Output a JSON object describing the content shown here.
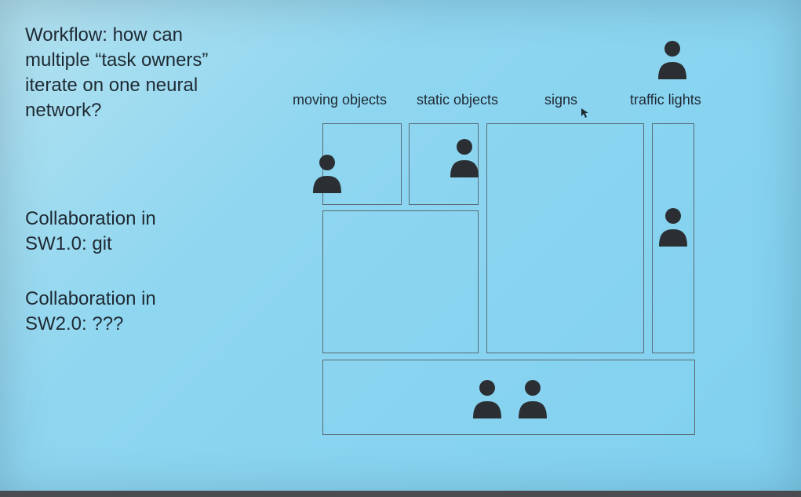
{
  "left_text": {
    "question_lines": [
      "Workflow: how can",
      "multiple “task owners”",
      "iterate on one neural",
      "network?"
    ],
    "sw1_lines": [
      "Collaboration in",
      "SW1.0: git"
    ],
    "sw2_lines": [
      "Collaboration in",
      "SW2.0: ???"
    ]
  },
  "column_labels": {
    "moving": "moving objects",
    "static": "static objects",
    "signs": "signs",
    "traffic": "traffic lights"
  },
  "icons": {
    "person": "person-icon",
    "cursor": "mouse-cursor-icon"
  },
  "colors": {
    "background": "#8fd6f0",
    "box_border": "#5a6a74",
    "person_fill": "#2b2f33",
    "text": "#1f2a33"
  }
}
